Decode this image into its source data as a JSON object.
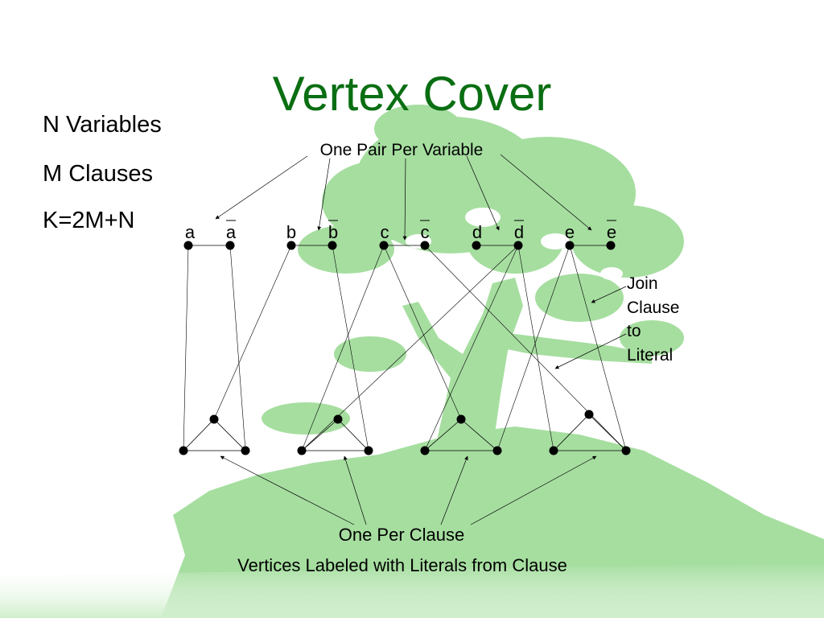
{
  "slide": {
    "title": "Vertex Cover",
    "side_lines": [
      "N Variables",
      "M Clauses",
      "K=2M+N"
    ],
    "variable_labels": [
      "a",
      "a",
      "b",
      "b",
      "c",
      "c",
      "d",
      "d",
      "e",
      "e"
    ],
    "negated_flags": [
      false,
      true,
      false,
      true,
      false,
      true,
      false,
      true,
      false,
      true
    ],
    "annotation_pairs": "One Pair Per Variable",
    "annotation_join": [
      "Join",
      "Clause",
      "to",
      "Literal"
    ],
    "annotation_clause": "One Per Clause",
    "annotation_vertices": "Vertices Labeled with Literals from Clause"
  },
  "colors": {
    "title": "#0a6e12",
    "tree": "#a6dea0",
    "ground_fade": "#d6f0d2"
  }
}
